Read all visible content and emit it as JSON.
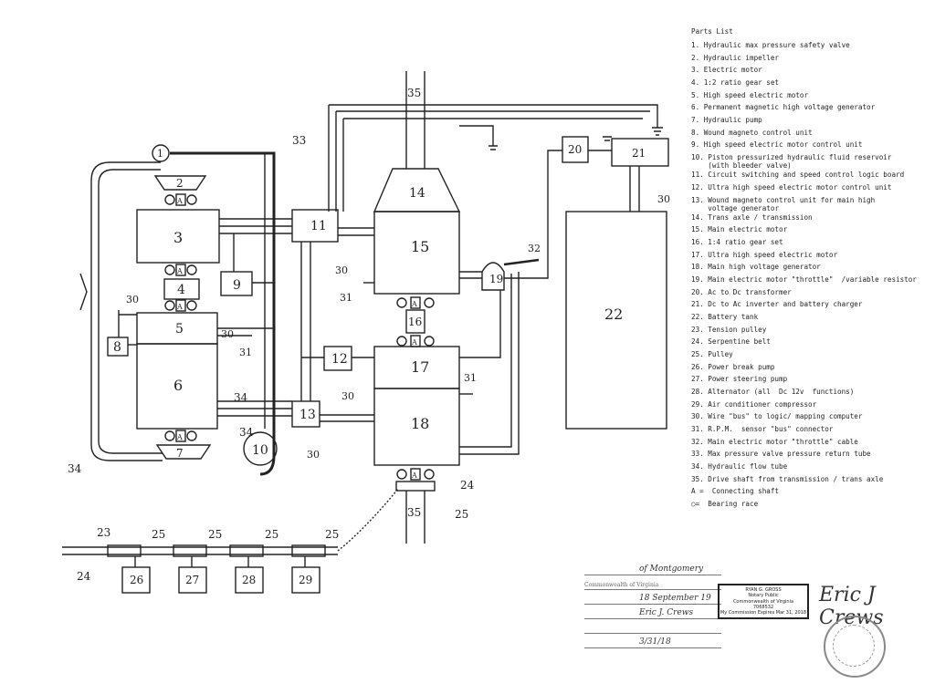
{
  "parts_list": {
    "title": "Parts List",
    "items": [
      "1. Hydraulic max pressure safety valve",
      "2. Hydraulic impeller",
      "3. Electric motor",
      "4. 1:2 ratio gear set",
      "5. High speed electric motor",
      "6. Permanent magnetic high voltage generator",
      "7. Hydraulic pump",
      "8. Wound magneto control unit",
      "9. High speed electric motor control unit",
      "10. Piston pressurized hydraulic fluid reservoir\n    (with bleeder valve)",
      "11. Circuit switching and speed control logic board",
      "12. Ultra high speed electric motor control unit",
      "13. Wound magneto control unit for main high\n    voltage generator",
      "14. Trans axle / transmission",
      "15. Main electric motor",
      "16. 1:4 ratio gear set",
      "17. Ultra high speed electric motor",
      "18. Main high voltage generator",
      "19. Main electric motor \"throttle\"  /variable resistor",
      "20. Ac to Dc transformer",
      "21. Dc to Ac inverter and battery charger",
      "22. Battery tank",
      "23. Tension pulley",
      "24. Serpentine belt",
      "25. Pulley",
      "26. Power break pump",
      "27. Power steering pump",
      "28. Alternator (all  Dc 12v  functions)",
      "29. Air conditioner compressor",
      "30. Wire \"bus\" to logic/ mapping computer",
      "31. R.P.M.  sensor \"bus\" connector",
      "32. Main electric motor \"throttle\" cable",
      "33. Max pressure valve pressure return tube",
      "34. Hydraulic flow tube",
      "35. Drive shaft from transmission / trans axle",
      "A =  Connecting shaft",
      "○=  Bearing race"
    ]
  },
  "labels": {
    "n1": "1",
    "n2": "2",
    "n3": "3",
    "n4": "4",
    "n5": "5",
    "n6": "6",
    "n7": "7",
    "n8": "8",
    "n9": "9",
    "n10": "10",
    "n11": "11",
    "n12": "12",
    "n13": "13",
    "n14": "14",
    "n15": "15",
    "n16": "16",
    "n17": "17",
    "n18": "18",
    "n19": "19",
    "n20": "20",
    "n21": "21",
    "n22": "22",
    "n23": "23",
    "n24": "24",
    "n25": "25",
    "n26": "26",
    "n27": "27",
    "n28": "28",
    "n29": "29",
    "n30": "30",
    "n31": "31",
    "n32": "32",
    "n33": "33",
    "n34": "34",
    "n35": "35",
    "a": "A"
  },
  "notary": {
    "line1": "of Montgomery",
    "line2": "Commonwealth of Virginia",
    "line3_hand": "18  September  19",
    "line4_hand": "Eric J. Crews",
    "date_hand": "3/31/18"
  },
  "stamp": {
    "name": "RYAN G. GROSS",
    "title": "Notary Public",
    "state": "Commonwealth of Virginia",
    "reg": "7068532",
    "expires": "My Commission Expires Mar 31, 2018"
  },
  "signature": "Eric J Crews",
  "colors": {
    "ink": "#222222",
    "paper": "#ffffff",
    "stamp": "#888888"
  }
}
